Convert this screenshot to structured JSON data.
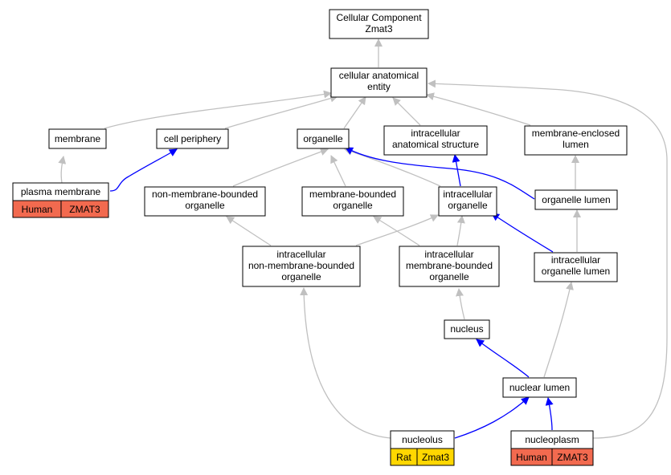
{
  "colors": {
    "gray_edge": "#c0c0c0",
    "blue_edge": "#0000ff",
    "human_badge": "#f26a4f",
    "rat_badge": "#ffd700"
  },
  "nodes": {
    "cc_root": {
      "lines": [
        "Cellular Component",
        "Zmat3"
      ]
    },
    "cellular_anatomical_entity": {
      "lines": [
        "cellular anatomical",
        "entity"
      ]
    },
    "membrane": {
      "lines": [
        "membrane"
      ]
    },
    "cell_periphery": {
      "lines": [
        "cell periphery"
      ]
    },
    "organelle": {
      "lines": [
        "organelle"
      ]
    },
    "intracellular_anatomical_structure": {
      "lines": [
        "intracellular",
        "anatomical structure"
      ]
    },
    "membrane_enclosed_lumen": {
      "lines": [
        "membrane-enclosed",
        "lumen"
      ]
    },
    "plasma_membrane": {
      "lines": [
        "plasma membrane"
      ],
      "badges": [
        "Human",
        "ZMAT3"
      ]
    },
    "non_membrane_bounded_organelle": {
      "lines": [
        "non-membrane-bounded",
        "organelle"
      ]
    },
    "membrane_bounded_organelle": {
      "lines": [
        "membrane-bounded",
        "organelle"
      ]
    },
    "intracellular_organelle": {
      "lines": [
        "intracellular",
        "organelle"
      ]
    },
    "organelle_lumen": {
      "lines": [
        "organelle lumen"
      ]
    },
    "intracellular_non_membrane_bounded_organelle": {
      "lines": [
        "intracellular",
        "non-membrane-bounded",
        "organelle"
      ]
    },
    "intracellular_membrane_bounded_organelle": {
      "lines": [
        "intracellular",
        "membrane-bounded",
        "organelle"
      ]
    },
    "intracellular_organelle_lumen": {
      "lines": [
        "intracellular",
        "organelle lumen"
      ]
    },
    "nucleus": {
      "lines": [
        "nucleus"
      ]
    },
    "nuclear_lumen": {
      "lines": [
        "nuclear lumen"
      ]
    },
    "nucleolus": {
      "lines": [
        "nucleolus"
      ],
      "badges": [
        "Rat",
        "Zmat3"
      ]
    },
    "nucleoplasm": {
      "lines": [
        "nucleoplasm"
      ],
      "badges": [
        "Human",
        "ZMAT3"
      ]
    }
  }
}
